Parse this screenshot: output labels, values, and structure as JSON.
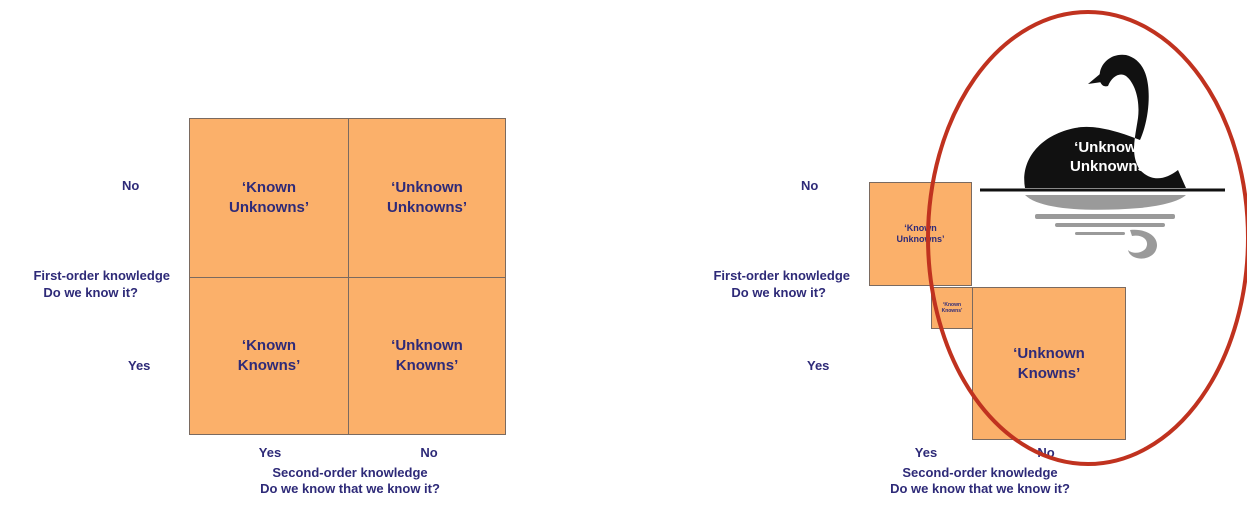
{
  "left_matrix": {
    "y_top": "No",
    "y_bottom": "Yes",
    "y_axis_line1": "First-order knowledge",
    "y_axis_line2": "Do we know it?",
    "x_left": "Yes",
    "x_right": "No",
    "x_axis_line1": "Second-order knowledge",
    "x_axis_line2": "Do we know that we know it?",
    "cells": {
      "known_unknowns": "‘Known\nUnknowns’",
      "unknown_unknowns": "‘Unknown\nUnknowns’",
      "known_knowns": "‘Known\nKnowns’",
      "unknown_knowns": "‘Unknown\nKnowns’"
    }
  },
  "right_matrix": {
    "y_top": "No",
    "y_bottom": "Yes",
    "y_axis_line1": "First-order knowledge",
    "y_axis_line2": "Do we know it?",
    "x_left": "Yes",
    "x_right": "No",
    "x_axis_line1": "Second-order knowledge",
    "x_axis_line2": "Do we know that we know it?",
    "cells": {
      "known_unknowns": "‘Known\nUnknowns’",
      "known_knowns": "‘Known\nKnowns’",
      "unknown_knowns": "‘Unknown\nKnowns’"
    },
    "swan_label": "‘Unknown\nUnknowns’"
  },
  "colors": {
    "cell_fill": "#fbb06a",
    "text": "#2e2a78",
    "ellipse": "#c0321f",
    "swan": "#111111",
    "reflection": "#9a9a9a"
  }
}
